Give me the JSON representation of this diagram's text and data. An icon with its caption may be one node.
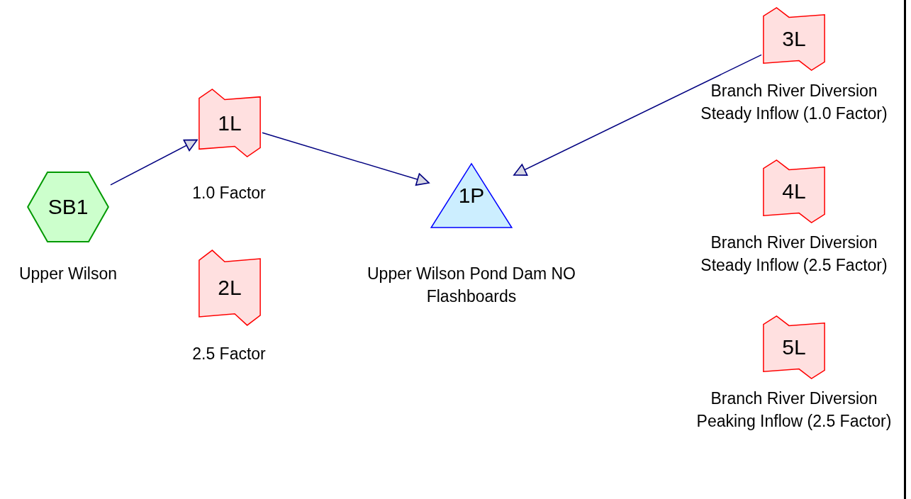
{
  "diagram": {
    "nodes": [
      {
        "text": [
          "SB1"
        ],
        "beside": [
          "Upper Wilson"
        ]
      },
      {
        "text": [
          "1L"
        ],
        "beside": [
          "1.0 Factor"
        ]
      },
      {
        "text": [
          "2L"
        ],
        "beside": [
          "2.5 Factor"
        ]
      },
      {
        "text": [
          "1P"
        ],
        "beside": [
          "Upper Wilson Pond Dam NO Flashboards"
        ]
      },
      {
        "text": [
          "3L"
        ],
        "beside": [
          "Branch River Diversion Steady Inflow (1.0 Factor)"
        ]
      },
      {
        "text": [
          "4L"
        ],
        "beside": [
          "Branch River Diversion Steady Inflow (2.5 Factor)"
        ]
      },
      {
        "text": [
          "5L"
        ],
        "beside": [
          "Branch River Diversion Peaking Inflow (2.5 Factor)"
        ]
      }
    ],
    "edges": [
      {
        "from": 0,
        "to": 1,
        "arrow": "to"
      },
      {
        "from": 1,
        "to": 3,
        "arrow": "to"
      },
      {
        "from": 4,
        "to": 3,
        "arrow": "to"
      }
    ]
  }
}
